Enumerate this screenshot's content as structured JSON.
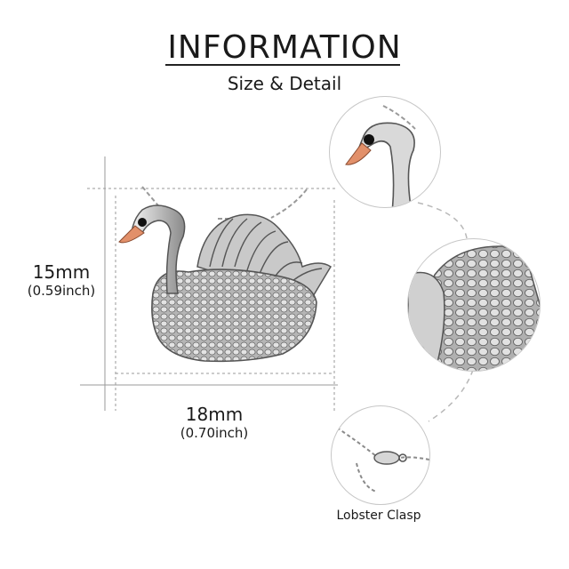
{
  "header": {
    "title": "INFORMATION",
    "subtitle": "Size & Detail"
  },
  "dimensions": {
    "height": {
      "mm": "15mm",
      "inch": "(0.59inch)"
    },
    "width": {
      "mm": "18mm",
      "inch": "(0.70inch)"
    }
  },
  "details": {
    "clasp_label": "Lobster Clasp"
  },
  "colors": {
    "silver": "#b9b9b9",
    "dark_silver": "#6f6f6f",
    "beak": "#e2906a",
    "eye": "#111111",
    "guide_line": "#9a9a9a"
  }
}
